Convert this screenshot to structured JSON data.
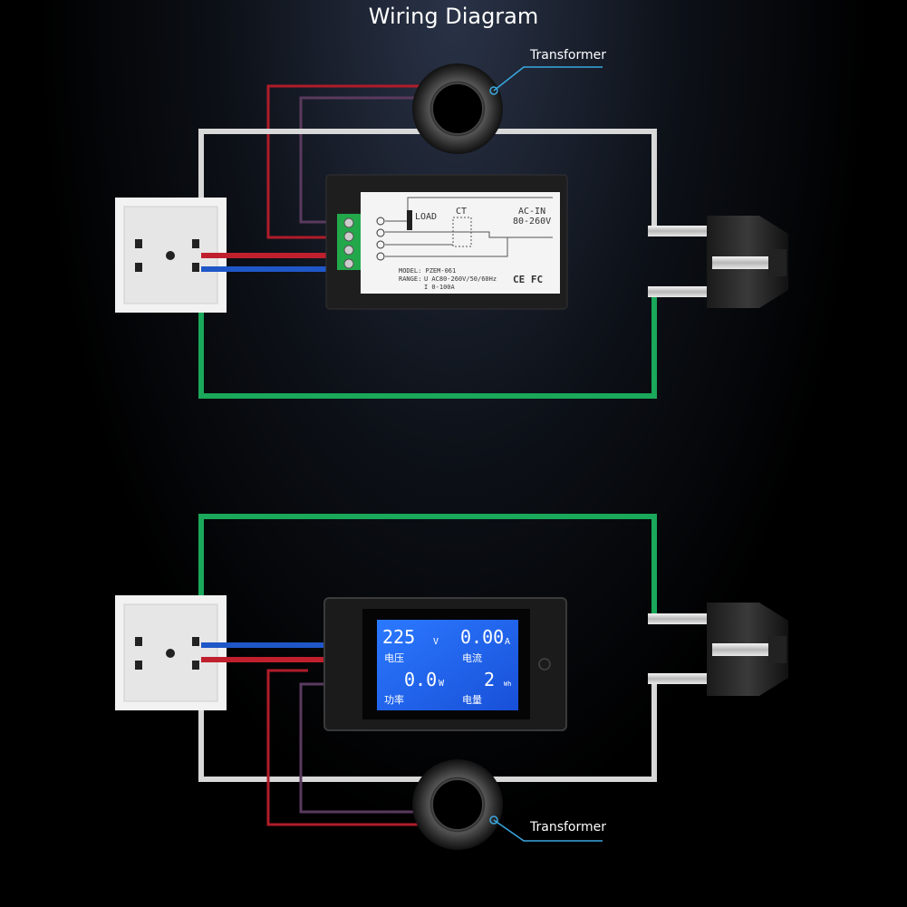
{
  "title": "Wiring Diagram",
  "callouts": {
    "top": "Transformer",
    "bottom": "Transformer"
  },
  "rear_panel": {
    "load_label": "LOAD",
    "ct_label": "CT",
    "ac_in_label": "AC-IN",
    "ac_in_range": "80-260V",
    "model_line": "MODEL: PZEM-061",
    "range_prefix": "RANGE:",
    "range_u": "U AC80-260V/50/60Hz",
    "range_i": "I 0-100A",
    "cert_marks": "CE FC"
  },
  "lcd": {
    "voltage_value": "225",
    "voltage_unit": "V",
    "voltage_label": "电压",
    "current_value": "0.00",
    "current_unit": "A",
    "current_label": "电流",
    "power_value": "0.0",
    "power_unit": "W",
    "power_label": "功率",
    "energy_value": "2",
    "energy_unit": "Wh",
    "energy_label": "电量"
  },
  "colors": {
    "grey_wire": "#d8d8d8",
    "green_wire": "#1aa85a",
    "red_wire": "#c0202e",
    "blue_wire": "#1f57c8",
    "dark_red_wire": "#8a1a26",
    "purple_wire": "#5a3a5e",
    "lcd_blue": "#1e66f0",
    "callout_line": "#3aa8e0"
  }
}
